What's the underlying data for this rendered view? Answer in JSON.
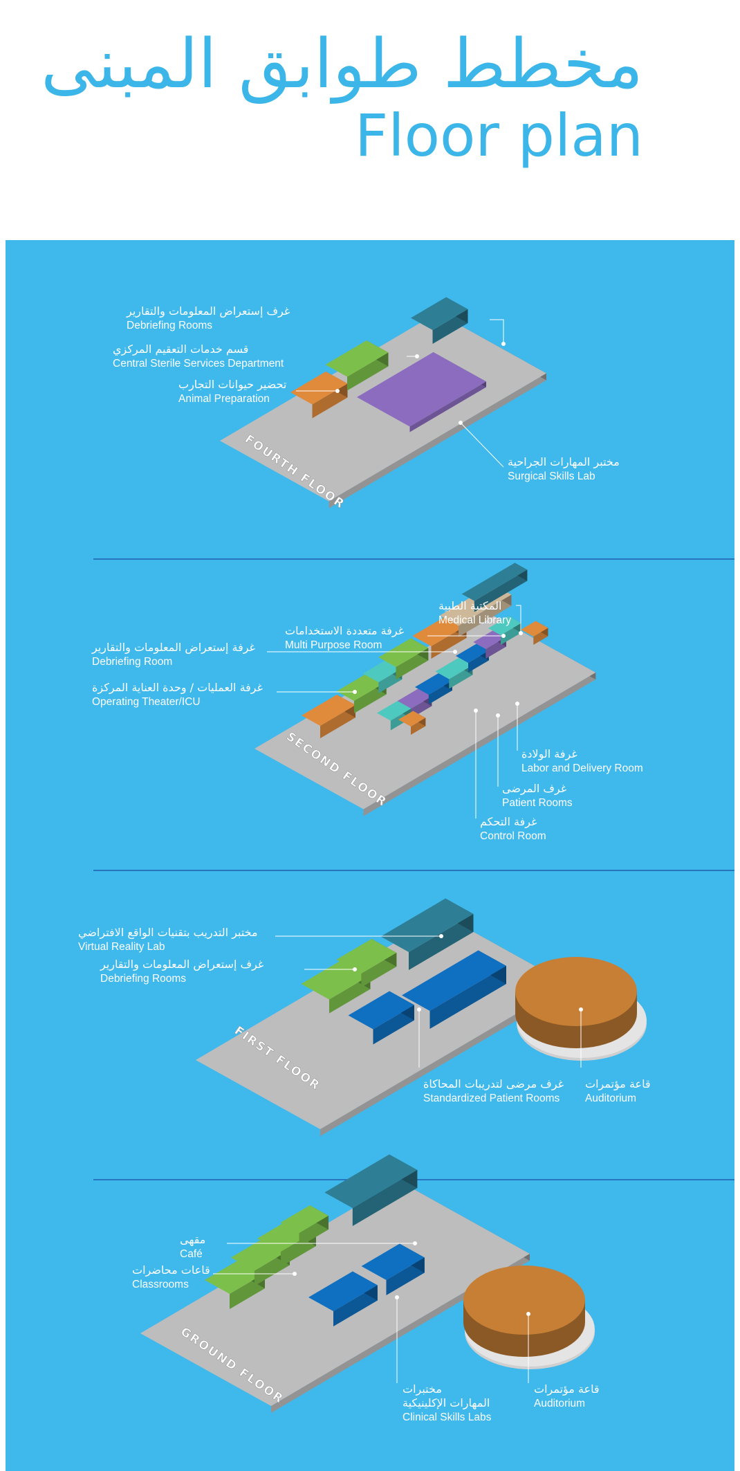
{
  "header": {
    "title_ar": "مخطط طوابق المبنى",
    "title_en": "Floor plan"
  },
  "colors": {
    "background": "#3fb8ec",
    "title": "#3cb6e8",
    "slab": "#bdbdbd",
    "green": "#7cc04b",
    "orange": "#e08a3c",
    "purple": "#8b6cbf",
    "teal": "#2e7f96",
    "aqua": "#4ec9c0",
    "blue": "#0f6fc0",
    "tan": "#cdb89a",
    "auditorium": "#c67f35",
    "divider": "#1e5fae"
  },
  "floors": [
    {
      "name": "FOURTH FLOOR",
      "labels": [
        {
          "ar": "غرف إستعراض المعلومات والتقارير",
          "en": "Debriefing Rooms"
        },
        {
          "ar": "قسم خدمات التعقيم المركزي",
          "en": "Central Sterile Services Department"
        },
        {
          "ar": "تحضير حيوانات التجارب",
          "en": "Animal Preparation"
        },
        {
          "ar": "مختبر المهارات الجراحية",
          "en": "Surgical Skills Lab"
        }
      ]
    },
    {
      "name": "SECOND FLOOR",
      "labels": [
        {
          "ar": "المكتبة الطبية",
          "en": "Medical Library"
        },
        {
          "ar": "غرفة متعددة الاستخدامات",
          "en": "Multi Purpose Room"
        },
        {
          "ar": "غرفة إستعراض المعلومات والتقارير",
          "en": "Debriefing Room"
        },
        {
          "ar": "غرفة العمليات / وحدة العناية المركزة",
          "en": "Operating Theater/ICU"
        },
        {
          "ar": "غرفة الولادة",
          "en": "Labor and Delivery Room"
        },
        {
          "ar": "غرف المرضى",
          "en": "Patient Rooms"
        },
        {
          "ar": "غرفة التحكم",
          "en": "Control Room"
        }
      ]
    },
    {
      "name": "FIRST FLOOR",
      "labels": [
        {
          "ar": "مختبر التدريب بتقنيات الواقع الافتراضي",
          "en": "Virtual Reality Lab"
        },
        {
          "ar": "غرف إستعراض المعلومات والتقارير",
          "en": "Debriefing Rooms"
        },
        {
          "ar": "غرف مرضى لتدريبات المحاكاة",
          "en": "Standardized Patient Rooms"
        },
        {
          "ar": "قاعة مؤتمرات",
          "en": "Auditorium"
        }
      ]
    },
    {
      "name": "GROUND FLOOR",
      "labels": [
        {
          "ar": "مقهى",
          "en": "Café"
        },
        {
          "ar": "قاعات محاضرات",
          "en": "Classrooms"
        },
        {
          "ar": "مختبرات",
          "ar2": "المهارات الإكلينيكية",
          "en": "Clinical Skills Labs"
        },
        {
          "ar": "قاعة مؤتمرات",
          "en": "Auditorium"
        }
      ]
    }
  ]
}
